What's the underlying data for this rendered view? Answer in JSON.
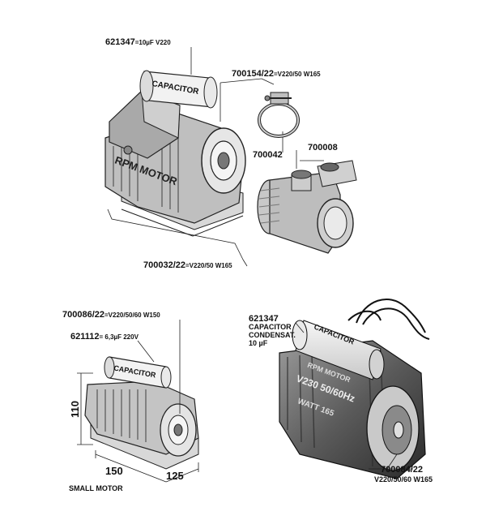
{
  "labels": {
    "cap_top": {
      "code": "621347",
      "spec": "=10µF V220"
    },
    "clamp": {
      "code": "700154/22",
      "spec": "=V220/50 W165"
    },
    "clip": {
      "code": "700042"
    },
    "pump": {
      "code": "700008"
    },
    "motor_top": {
      "code": "700032/22",
      "spec": "=V220/50 W165"
    },
    "small_motor": {
      "code": "700086/22",
      "spec": "=V220/50/60 W150"
    },
    "small_cap": {
      "code": "621112",
      "spec": "= 6,3µF 220V"
    },
    "cap_photo": {
      "code": "621347",
      "line1": "CAPACITOR",
      "line2": "CONDENSAT.",
      "line3": "10 µF"
    },
    "photo_motor": {
      "code": "700084/22",
      "spec": "V220/50/60 W165"
    }
  },
  "dimensions": {
    "height": "110",
    "width": "150",
    "depth": "125"
  },
  "captions": {
    "small_motor": "SMALL MOTOR"
  },
  "printed_text": {
    "capacitor": "CAPACITOR",
    "rpm_motor": "RPM MOTOR",
    "capacitor_small": "CAPACITOR",
    "capacitor_photo": "CAPACITOR",
    "photo_rpm": "RPM MOTOR",
    "photo_volt": "V230 50/60Hz",
    "photo_watt": "WATT 165"
  }
}
